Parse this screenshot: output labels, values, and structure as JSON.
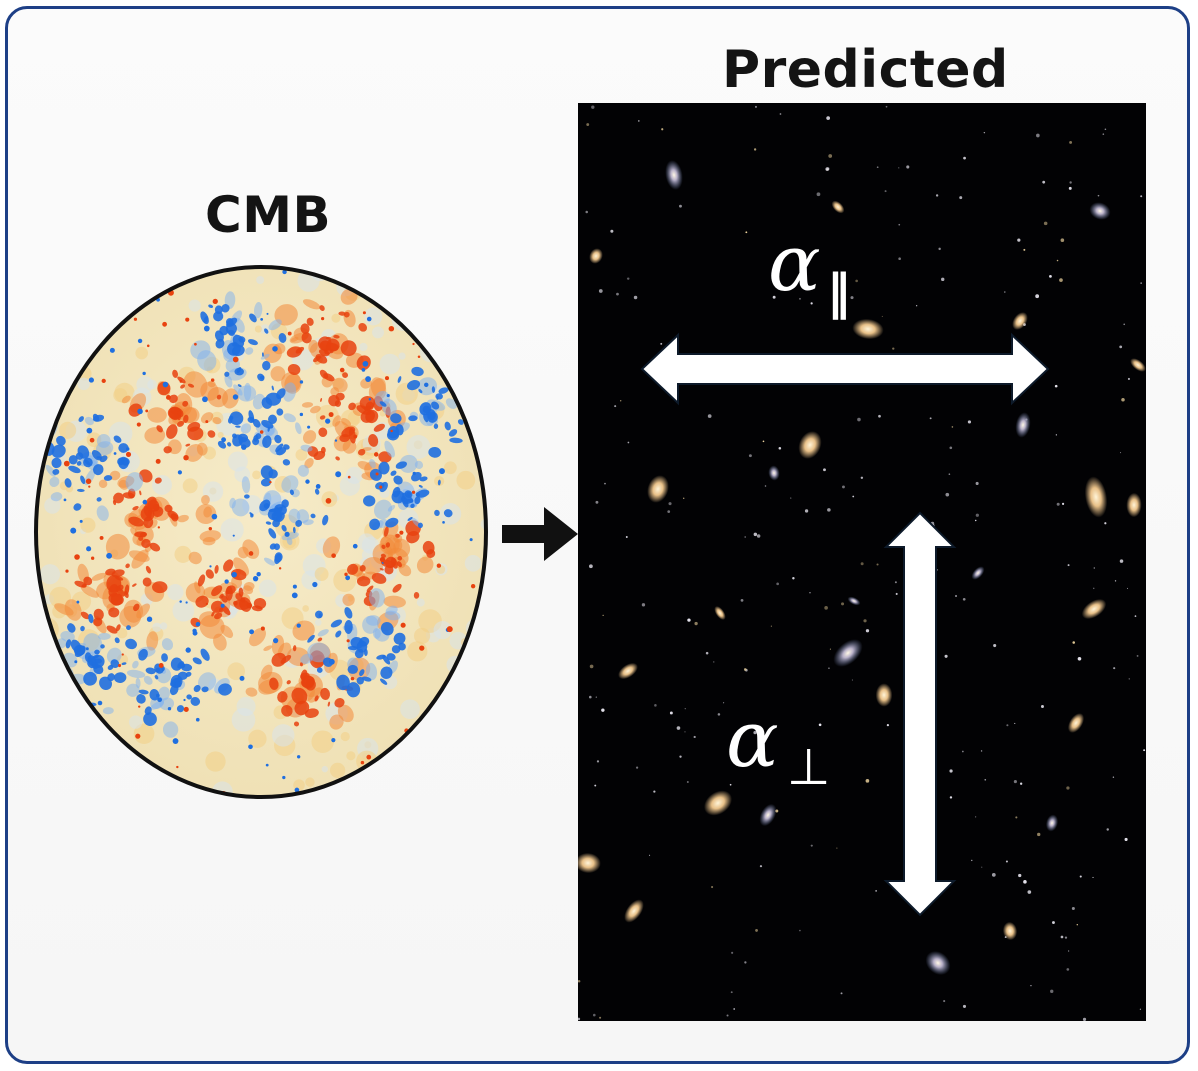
{
  "cmb": {
    "title": "CMB"
  },
  "predicted": {
    "title": "Predicted"
  },
  "axes": {
    "parallel": {
      "symbol": "α",
      "subscript": "‖"
    },
    "perpendicular": {
      "symbol": "α",
      "subscript": "⊥"
    }
  },
  "colors": {
    "frame_border": "#1d3f86",
    "cmb_cold": "#1f6fe0",
    "cmb_hot": "#e8420f",
    "cmb_neutral": "#f3e6bd",
    "sky_background": "#020204",
    "arrow": "#ffffff"
  }
}
